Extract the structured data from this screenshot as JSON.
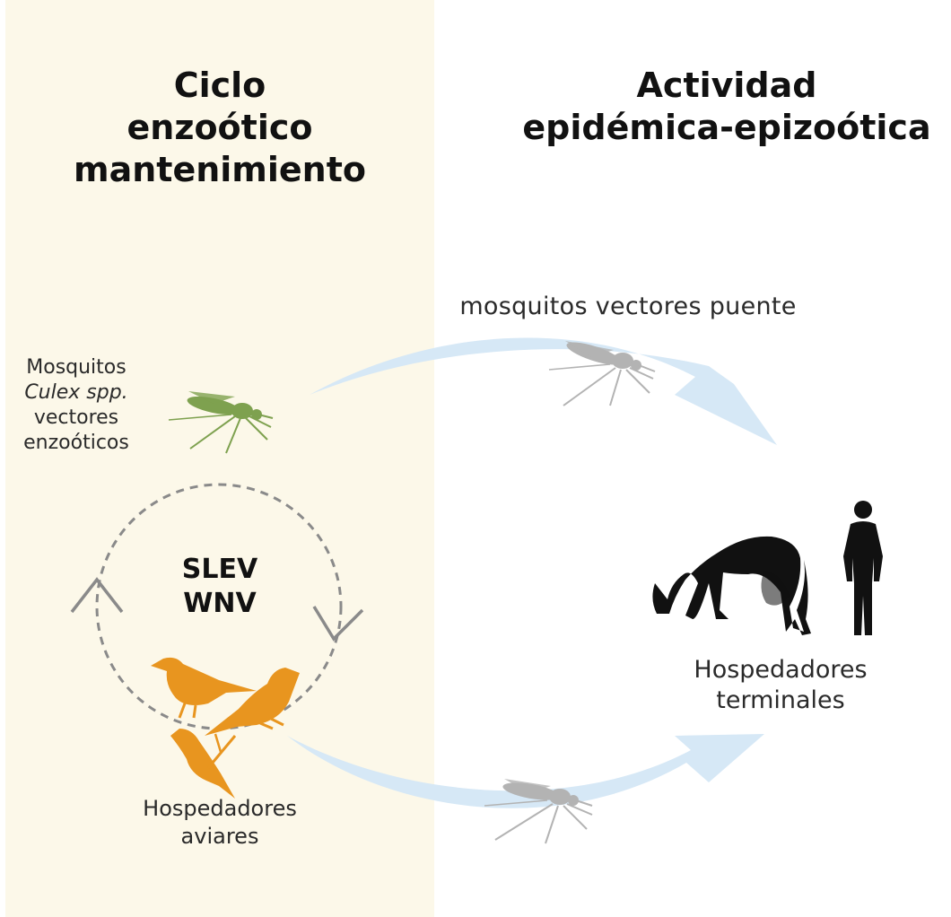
{
  "left_panel": {
    "title_lines": [
      "Ciclo",
      "enzoótico",
      "mantenimiento"
    ],
    "vector_label": {
      "line1": "Mosquitos",
      "species": "Culex spp.",
      "line3": "vectores",
      "line4": "enzoóticos"
    },
    "virus_lines": [
      "SLEV",
      "WNV"
    ],
    "host_label_lines": [
      "Hospedadores",
      "aviares"
    ]
  },
  "right_panel": {
    "title_lines": [
      "Actividad",
      "epidémica-epizoótica"
    ],
    "bridge_label": "mosquitos vectores puente",
    "terminal_label_lines": [
      "Hospedadores",
      "terminales"
    ]
  },
  "colors": {
    "panel_background": "#fcf8e9",
    "enzootic_mosquito": "#7ea14f",
    "bridge_mosquito": "#b3b3b3",
    "birds": "#e8951f",
    "arrows": "#d6e8f6",
    "cycle_line": "#8a8a8a",
    "terminal_hosts": "#111111"
  },
  "icons": [
    "green-mosquito-icon",
    "gray-mosquito-icon",
    "orange-bird-icon",
    "horse-icon",
    "human-icon"
  ]
}
